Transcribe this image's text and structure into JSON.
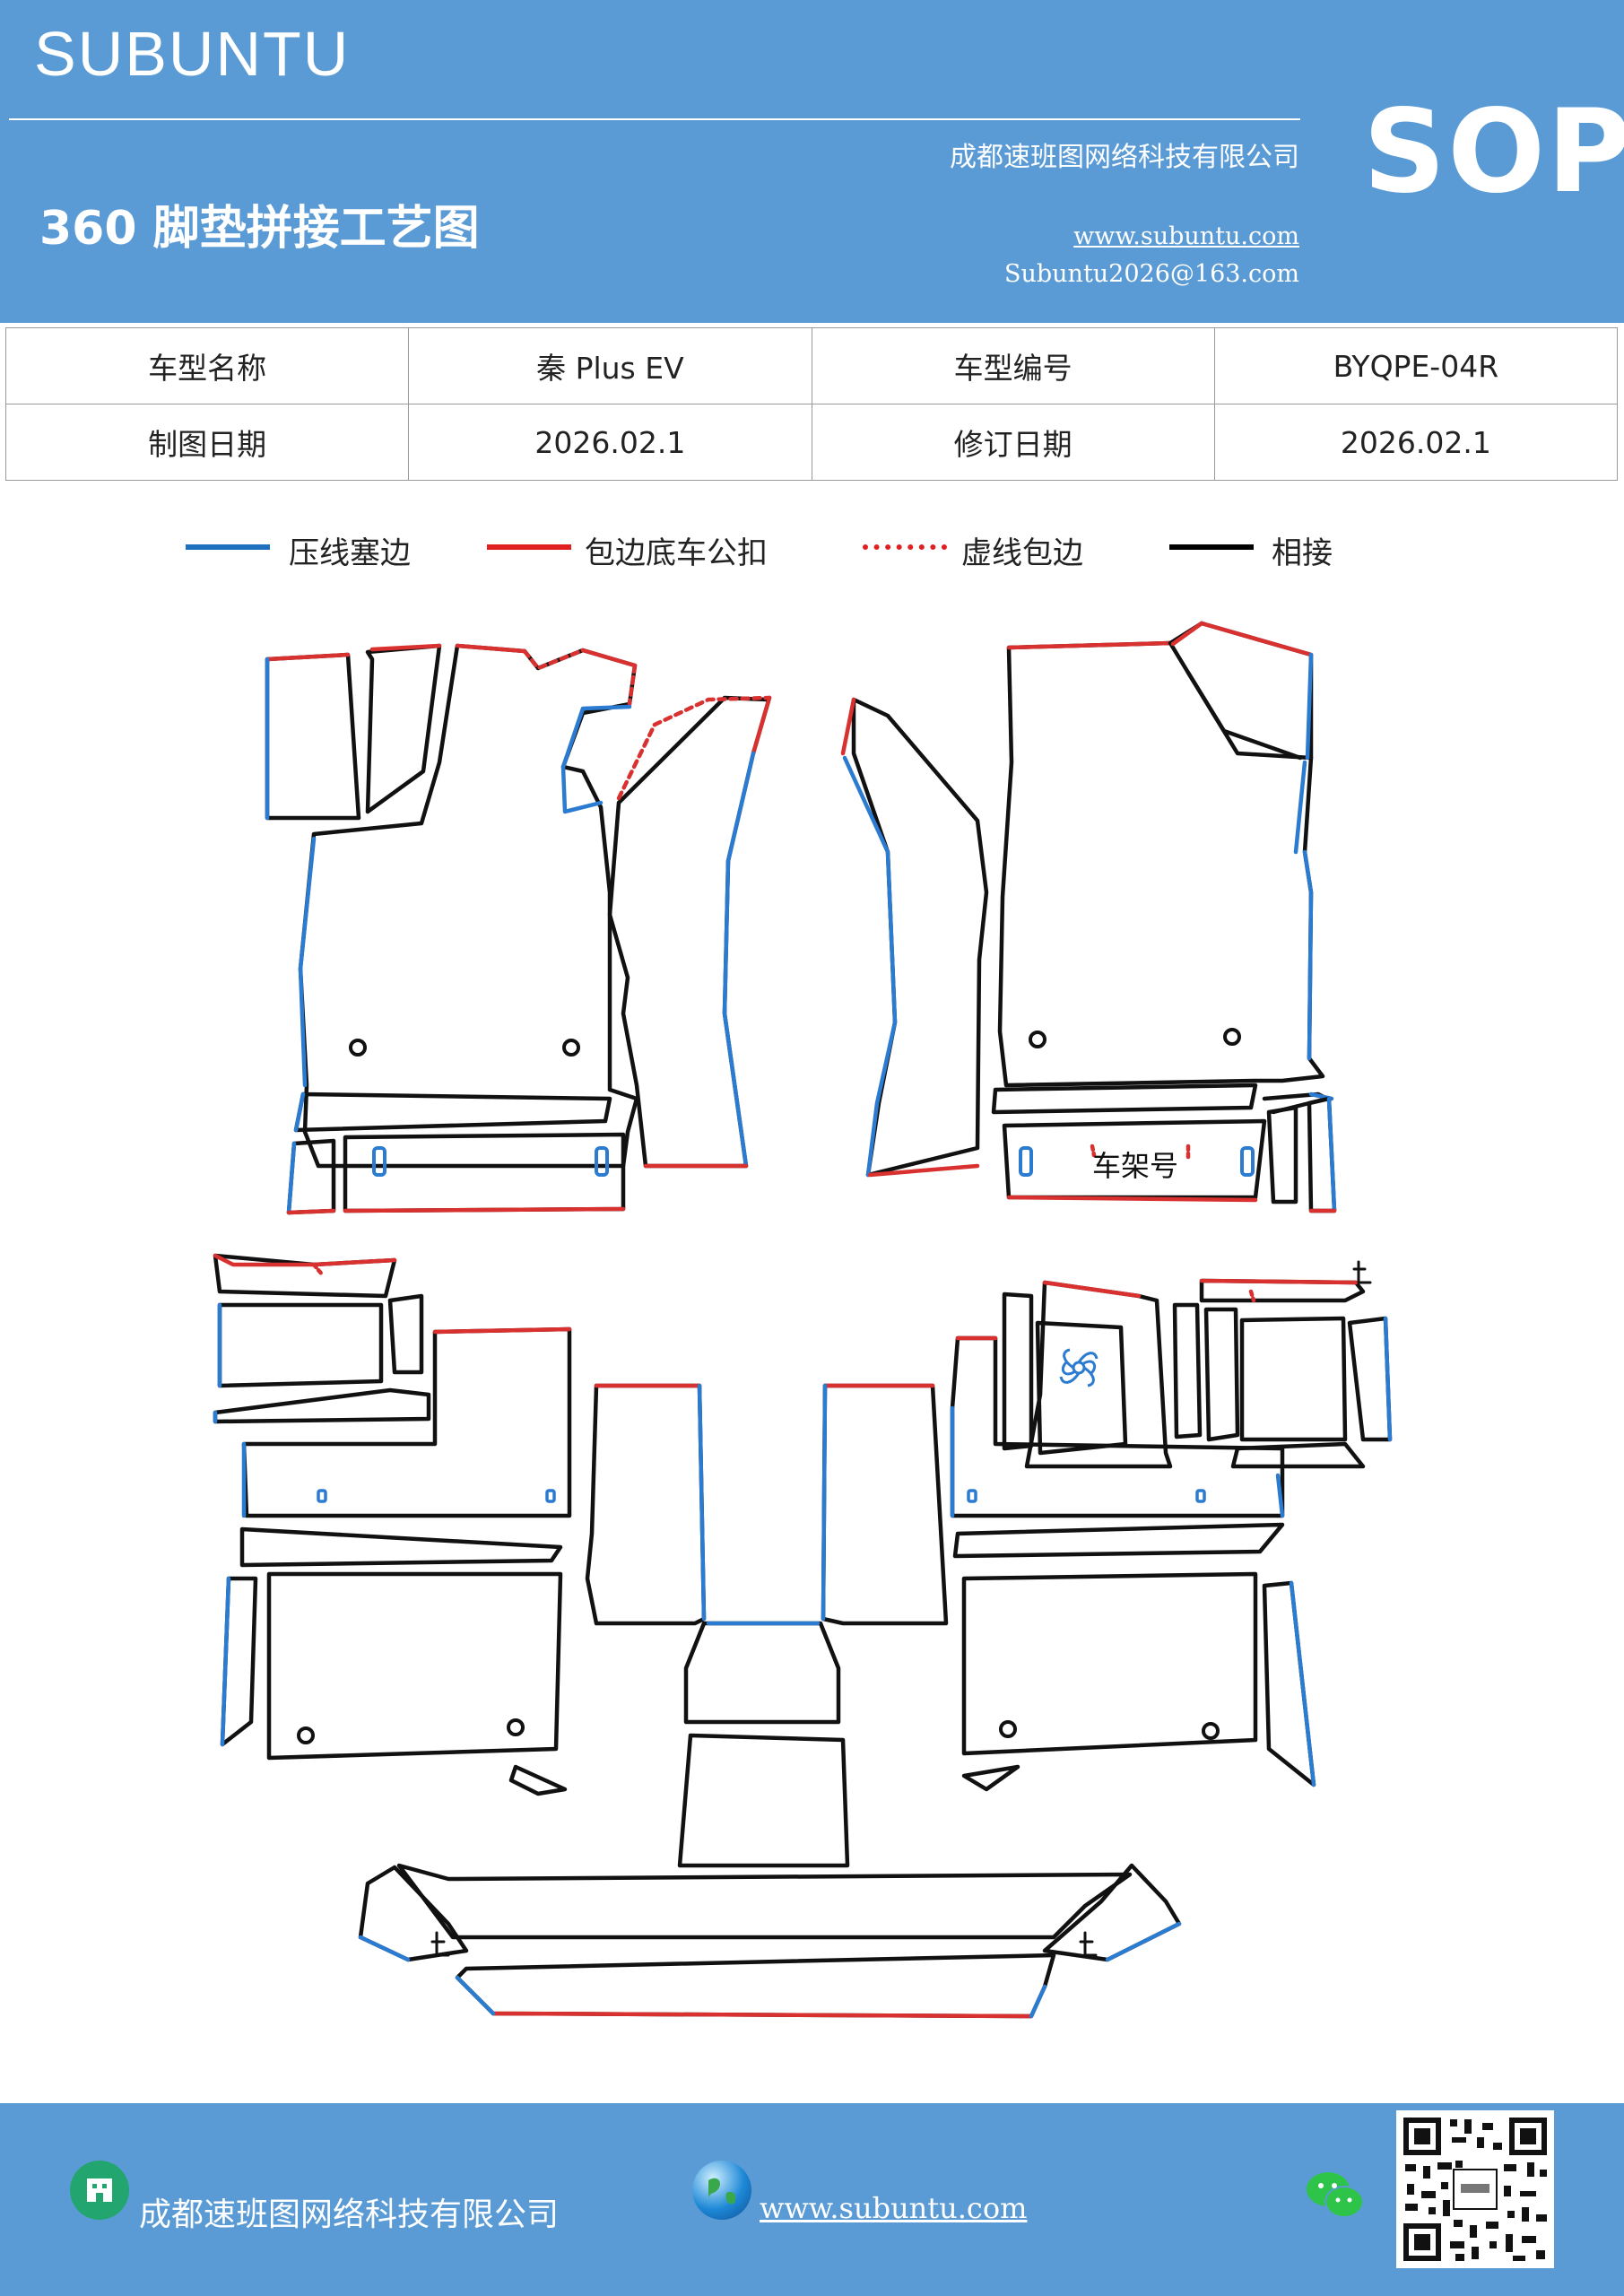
{
  "header": {
    "brand": "SUBUNTU",
    "company": "成都速班图网络科技有限公司",
    "title": "360 脚垫拼接工艺图",
    "website": "www.subuntu.com",
    "email": "Subuntu2026@163.com",
    "badge": "SOP"
  },
  "info_table": {
    "row1": [
      "车型名称",
      "秦 Plus  EV",
      "车型编号",
      "BYQPE-04R"
    ],
    "row2": [
      "制图日期",
      "2026.02.1",
      "修订日期",
      "2026.02.1"
    ]
  },
  "legend": [
    {
      "label": "压线塞边",
      "color": "#1f6fbf",
      "style": "solid"
    },
    {
      "label": "包边底车公扣",
      "color": "#e02020",
      "style": "solid"
    },
    {
      "label": "虚线包边",
      "color": "#e02020",
      "style": "dotted"
    },
    {
      "label": "相接",
      "color": "#000000",
      "style": "solid"
    }
  ],
  "drawing": {
    "frame_label": "车架号",
    "colors": {
      "blue": "#2b7bd0",
      "red": "#d93030",
      "black": "#111111"
    }
  },
  "footer": {
    "company": "成都速班图网络科技有限公司",
    "website": "www.subuntu.com "
  }
}
